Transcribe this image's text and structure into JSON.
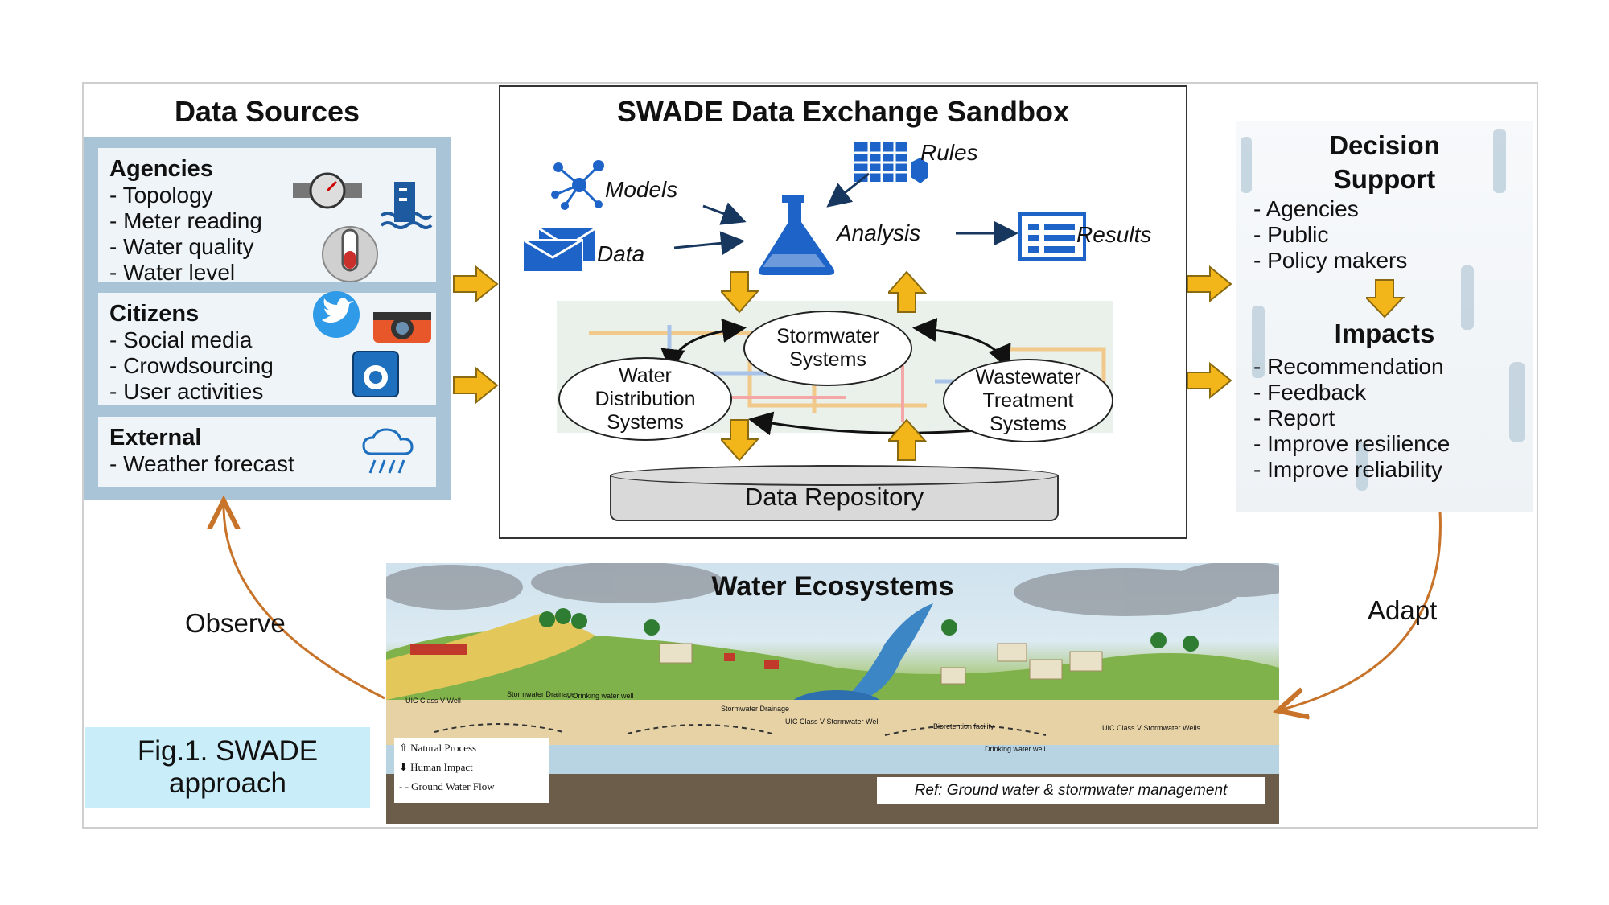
{
  "data_sources": {
    "title": "Data Sources",
    "agencies": {
      "title": "Agencies",
      "items": [
        "- Topology",
        "- Meter reading",
        "- Water quality",
        "- Water level"
      ]
    },
    "citizens": {
      "title": "Citizens",
      "items": [
        "- Social media",
        "- Crowdsourcing",
        "- User activities"
      ]
    },
    "external": {
      "title": "External",
      "items": [
        "- Weather forecast"
      ]
    }
  },
  "sandbox": {
    "title": "SWADE Data Exchange Sandbox",
    "models": "Models",
    "rules": "Rules",
    "data": "Data",
    "analysis": "Analysis",
    "results": "Results",
    "stormwater": [
      "Stormwater",
      "Systems"
    ],
    "water_distribution": [
      "Water",
      "Distribution",
      "Systems"
    ],
    "wastewater": [
      "Wastewater",
      "Treatment",
      "Systems"
    ],
    "repository": "Data Repository"
  },
  "decision": {
    "title": [
      "Decision",
      "Support"
    ],
    "items": [
      "- Agencies",
      "- Public",
      "- Policy makers"
    ],
    "impacts_title": "Impacts",
    "impacts": [
      "- Recommendation",
      "- Feedback",
      "- Report",
      "- Improve resilience",
      "- Improve reliability"
    ]
  },
  "ecosystem": {
    "title": "Water Ecosystems",
    "legend": [
      "Natural Process",
      "Human Impact",
      "Ground Water Flow"
    ],
    "ref": "Ref: Ground water & stormwater management",
    "small_labels": [
      "UIC Class V Well",
      "Stormwater Drainage",
      "Drinking water well",
      "Stormwater Drainage",
      "UIC Class V Stormwater Well",
      "Bioretention facility",
      "Drinking water well",
      "UIC Class V Stormwater Wells"
    ]
  },
  "observe": "Observe",
  "adapt": "Adapt",
  "fig_caption": [
    "Fig.1. SWADE",
    "approach"
  ],
  "colors": {
    "arrow_yellow": "#f2b61a",
    "loop_arrow": "#c8732a",
    "icon_blue": "#1e64c8"
  }
}
